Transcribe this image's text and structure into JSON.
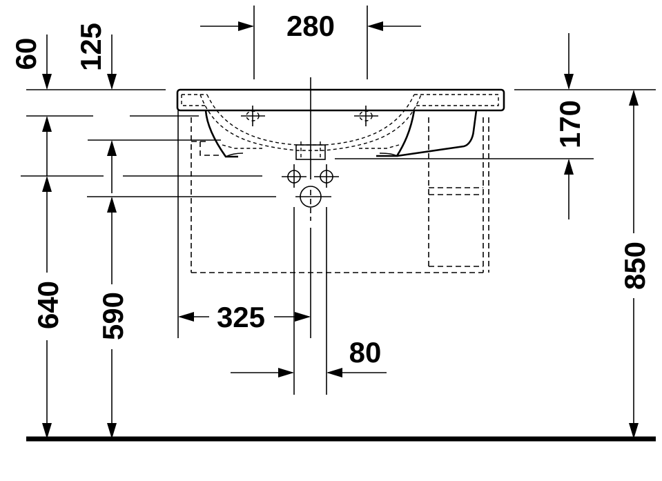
{
  "drawing": {
    "subject": "washbasin front elevation",
    "colors": {
      "line": "#000000",
      "background": "#ffffff"
    },
    "dimensions": {
      "top_60": "60",
      "top_125": "125",
      "tap_spacing": "280",
      "right_170": "170",
      "total_height": "850",
      "height_640": "640",
      "height_590": "590",
      "offset_325": "325",
      "waste_80": "80"
    },
    "units": "mm"
  }
}
